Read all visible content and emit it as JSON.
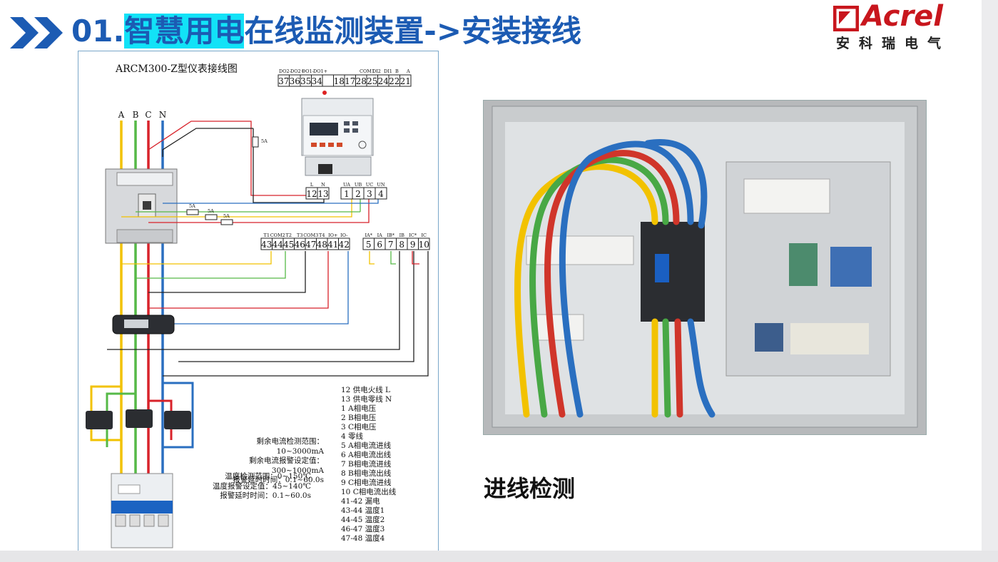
{
  "slide": {
    "title_prefix": "01.",
    "title_highlight": "智慧用电",
    "title_rest": "在线监测装置->安装接线",
    "logo_brand": "Acrel",
    "logo_cn": "安科瑞电气",
    "caption": "进线检测"
  },
  "diagram": {
    "title": "ARCM300-Z型仪表接线图",
    "top_terminal_labels": [
      "DO2-",
      "DO2+",
      "DO1-",
      "DO1+",
      "COM1",
      "DI2",
      "DI1",
      "B",
      "A"
    ],
    "top_terminals": [
      "37",
      "36",
      "35",
      "34",
      "",
      "18",
      "17",
      "28",
      "25",
      "24",
      "22",
      "21"
    ],
    "phase_labels": [
      "A",
      "B",
      "C",
      "N"
    ],
    "fuse_label": "5A",
    "power_terminal_labels": [
      "L",
      "N"
    ],
    "power_terminals": [
      "12",
      "13"
    ],
    "voltage_terminal_labels": [
      "UA",
      "UB",
      "UC",
      "UN"
    ],
    "voltage_terminals": [
      "1",
      "2",
      "3",
      "4"
    ],
    "temp_terminal_labels": [
      "T1",
      "COM2",
      "T2",
      "T3",
      "COM3",
      "T4",
      "IO+",
      "IO-"
    ],
    "temp_terminals": [
      "43",
      "44",
      "45",
      "46",
      "47",
      "48",
      "41",
      "42"
    ],
    "current_terminal_labels": [
      "IA*",
      "IA",
      "IB*",
      "IB",
      "IC*",
      "IC"
    ],
    "current_terminals": [
      "5",
      "6",
      "7",
      "8",
      "9",
      "10"
    ],
    "specs_residual": [
      "剩余电流检测范围：10~3000mA",
      "剩余电流报警设定值：300~1000mA",
      "报警延时时间：0.1~60.0s"
    ],
    "specs_temp": [
      "温度检测范围：0~150℃",
      "温度报警设定值：45~140℃",
      "报警延时时间：0.1~60.0s"
    ],
    "legend": [
      "12  供电火线 L",
      "13  供电零线 N",
      "1  A相电压",
      "2  B相电压",
      "3  C相电压",
      "4  零线",
      "5  A相电流进线",
      "6  A相电流出线",
      "7  B相电流进线",
      "8  B相电流出线",
      "9  C相电流进线",
      "10  C相电流出线",
      "41-42  漏电",
      "43-44  温度1",
      "44-45  温度2",
      "46-47  温度3",
      "47-48  温度4"
    ]
  },
  "colors": {
    "title_blue": "#1c5bb3",
    "highlight_cyan": "#12e2f7",
    "brand_red": "#c8161d",
    "phase_a": "#f2c200",
    "phase_b": "#56b947",
    "phase_c": "#d8222a",
    "phase_n": "#2a6fc0"
  }
}
